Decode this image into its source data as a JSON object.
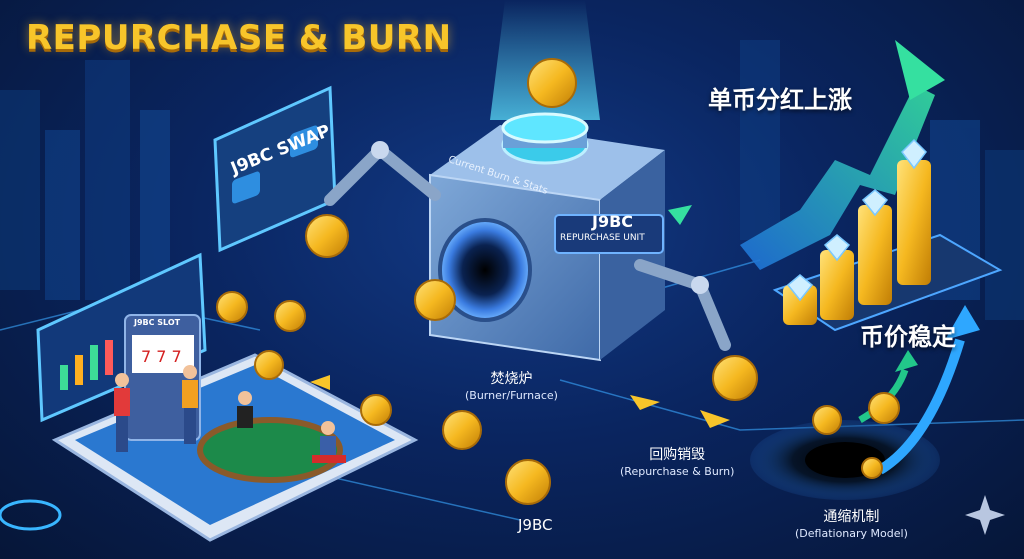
{
  "title": "REPURCHASE & BURN",
  "swap_panel": {
    "label": "J9BC SWAP"
  },
  "slot_machine": {
    "label": "J9BC SLOT"
  },
  "furnace_unit": {
    "stats_label": "Current Burn & Stats",
    "brand": "J9BC",
    "unit_label": "REPURCHASE UNIT"
  },
  "labels": {
    "burner_cn": "焚烧炉",
    "burner_en": "(Burner/Furnace)",
    "repurchase_cn": "回购销毁",
    "repurchase_en": "(Repurchase & Burn)",
    "deflation_cn": "通缩机制",
    "deflation_en": "(Deflationary Model)",
    "coin": "J9BC",
    "dividend_up": "单币分红上涨",
    "price_stable": "币价稳定"
  },
  "colors": {
    "title": "#f8c52a",
    "background": "#0a2560",
    "coin": "#f5b820",
    "arrow_green": "#22c78a",
    "arrow_blue": "#2ea7ff"
  }
}
